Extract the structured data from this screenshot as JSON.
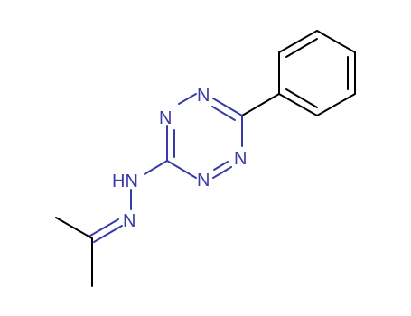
{
  "molecule": {
    "atom_labels": {
      "n_top_left": "N",
      "n_top_right": "N",
      "n_bottom_left": "N",
      "n_bottom_right": "N",
      "nh": "HN",
      "n_imine": "N"
    }
  },
  "colors": {
    "bond": "#000000",
    "nitrogen": "#3a3aa6",
    "background": "#ffffff"
  }
}
